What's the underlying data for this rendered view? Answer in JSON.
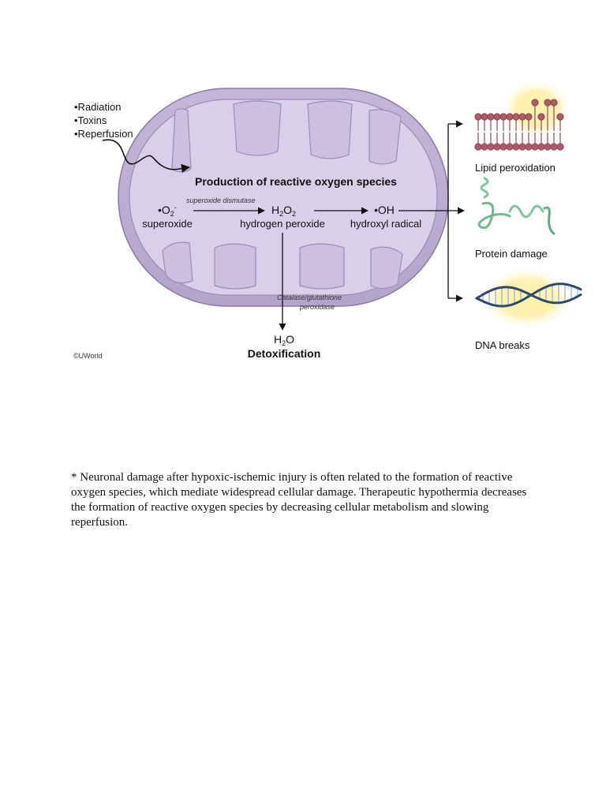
{
  "triggers": [
    "•Radiation",
    "•Toxins",
    "•Reperfusion"
  ],
  "diagram_title": "Production of reactive oxygen species",
  "enzymes": {
    "dismutase": "superoxide dismutase",
    "catalase_line1": "Catalase/glutathione",
    "catalase_line2": "peroxidase"
  },
  "species": {
    "superoxide": {
      "prefix": "•O",
      "sub": "2",
      "sup": "-",
      "name": "superoxide"
    },
    "h2o2": {
      "h": "H",
      "sub1": "2",
      "o": "O",
      "sub2": "2",
      "name": "hydrogen peroxide"
    },
    "oh": {
      "formula": "•OH",
      "name": "hydroxyl radical"
    },
    "water": {
      "h": "H",
      "sub": "2",
      "o": "O"
    }
  },
  "detox_label": "Detoxification",
  "outcomes": [
    "Lipid peroxidation",
    "Protein damage",
    "DNA breaks"
  ],
  "copyright": "©UWorld",
  "caption": "* Neuronal damage after hypoxic-ischemic injury is often related to the formation of reactive oxygen species, which mediate widespread cellular damage.  Therapeutic hypothermia decreases the formation of reactive oxygen species by decreasing cellular metabolism and slowing reperfusion.",
  "colors": {
    "outer_membrane": "#c9bcd9",
    "matrix": "#d9cfe8",
    "cristae": "#e7e0f0",
    "outline": "#8a7aa6",
    "lipid_head": "#b45a66",
    "protein": "#7fc79a",
    "dna": "#2f4a6e",
    "glow": "#ffe880"
  }
}
